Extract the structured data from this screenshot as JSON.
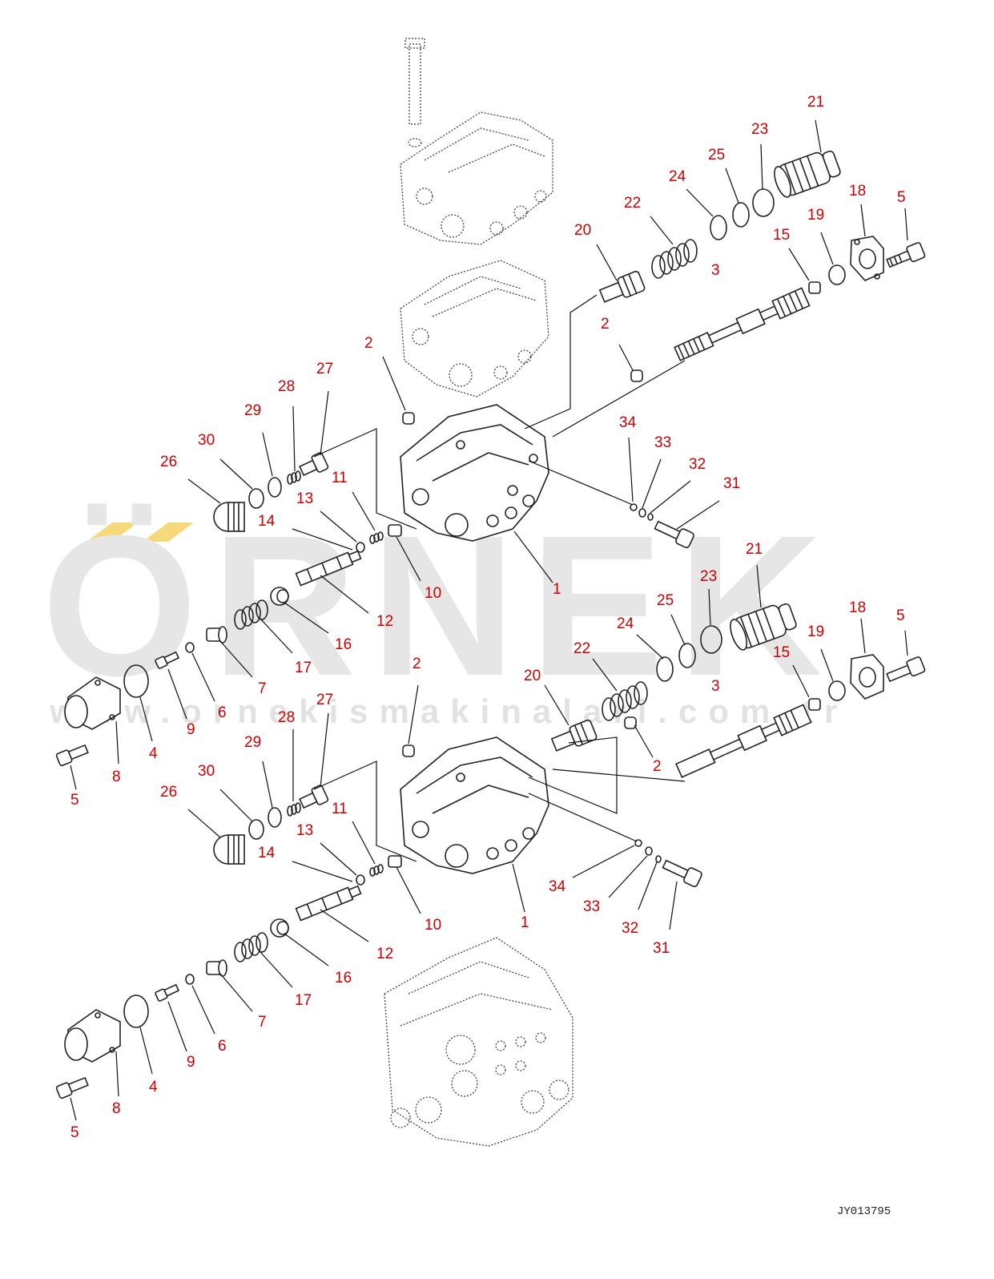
{
  "drawing_code": "JY013795",
  "watermark": {
    "brand": "ÖRNEK",
    "url": "www.ornekismakinalari.com.tr",
    "accent_color": "#f5d97a",
    "text_color": "#e6e5e5"
  },
  "callout_color": "#cc0000",
  "callouts_upper": [
    {
      "num": "21"
    },
    {
      "num": "23"
    },
    {
      "num": "25"
    },
    {
      "num": "24"
    },
    {
      "num": "22"
    },
    {
      "num": "18"
    },
    {
      "num": "5"
    },
    {
      "num": "19"
    },
    {
      "num": "20"
    },
    {
      "num": "15"
    },
    {
      "num": "3"
    },
    {
      "num": "2"
    },
    {
      "num": "2"
    },
    {
      "num": "27"
    },
    {
      "num": "28"
    },
    {
      "num": "29"
    },
    {
      "num": "30"
    },
    {
      "num": "26"
    },
    {
      "num": "34"
    },
    {
      "num": "33"
    },
    {
      "num": "32"
    },
    {
      "num": "31"
    },
    {
      "num": "11"
    },
    {
      "num": "13"
    },
    {
      "num": "14"
    },
    {
      "num": "10"
    },
    {
      "num": "1"
    },
    {
      "num": "12"
    },
    {
      "num": "16"
    },
    {
      "num": "17"
    },
    {
      "num": "7"
    },
    {
      "num": "6"
    },
    {
      "num": "9"
    },
    {
      "num": "4"
    },
    {
      "num": "8"
    },
    {
      "num": "5"
    }
  ],
  "callouts_lower": [
    {
      "num": "21"
    },
    {
      "num": "23"
    },
    {
      "num": "25"
    },
    {
      "num": "24"
    },
    {
      "num": "22"
    },
    {
      "num": "18"
    },
    {
      "num": "5"
    },
    {
      "num": "19"
    },
    {
      "num": "15"
    },
    {
      "num": "20"
    },
    {
      "num": "3"
    },
    {
      "num": "2"
    },
    {
      "num": "2"
    },
    {
      "num": "27"
    },
    {
      "num": "28"
    },
    {
      "num": "29"
    },
    {
      "num": "30"
    },
    {
      "num": "26"
    },
    {
      "num": "11"
    },
    {
      "num": "13"
    },
    {
      "num": "14"
    },
    {
      "num": "34"
    },
    {
      "num": "33"
    },
    {
      "num": "32"
    },
    {
      "num": "31"
    },
    {
      "num": "10"
    },
    {
      "num": "1"
    },
    {
      "num": "12"
    },
    {
      "num": "16"
    },
    {
      "num": "17"
    },
    {
      "num": "7"
    },
    {
      "num": "6"
    },
    {
      "num": "9"
    },
    {
      "num": "4"
    },
    {
      "num": "8"
    },
    {
      "num": "5"
    }
  ]
}
